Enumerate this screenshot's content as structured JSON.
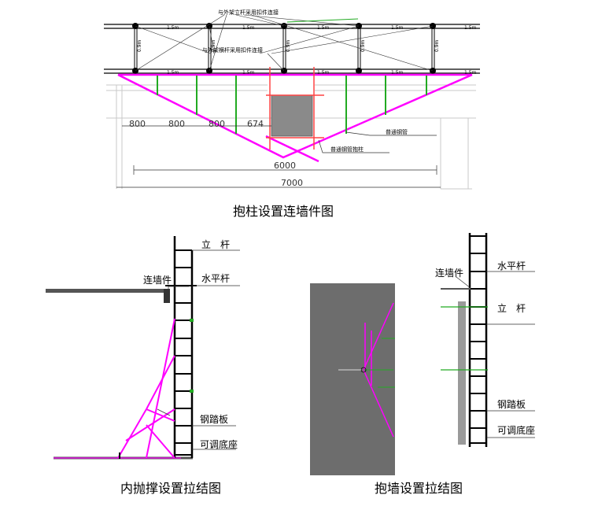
{
  "top_diagram": {
    "caption": "抱柱设置连墙件图",
    "note_vertical": "与外架立杆采用扣件连接",
    "note_horizontal": "与外架横杆采用扣件连接",
    "label_pipe": "普通钢管",
    "label_clamp": "普通钢管抱柱",
    "spacing_top": [
      "1.5m",
      "1.5m",
      "1.5m",
      "1.5m",
      "1.5m"
    ],
    "spacing_bottom": [
      "1.5m",
      "1.5m",
      "1.5m",
      "1.5m",
      "1.5m"
    ],
    "spacing_vertical": [
      "0.9m",
      "0.9m",
      "0.9m",
      "0.9m",
      "0.9m"
    ],
    "dims_bottom": [
      "800",
      "800",
      "800",
      "674"
    ],
    "dim_6000": "6000",
    "dim_7000": "7000"
  },
  "left_diagram": {
    "caption": "内抛撑设置拉结图",
    "label_upright": "立　杆",
    "label_horizontal": "水平杆",
    "label_tie": "连墙件",
    "label_board": "钢踏板",
    "label_base": "可调底座"
  },
  "right_diagram": {
    "caption": "抱墙设置拉结图",
    "label_tie": "连墙件",
    "label_horizontal": "水平杆",
    "label_upright": "立　杆",
    "label_board": "钢踏板",
    "label_base": "可调底座"
  },
  "colors": {
    "magenta": "#ff00ff",
    "green": "#22aa22",
    "red": "#ff4444",
    "wall": "#6d6d6d",
    "column": "#8a8a8a"
  }
}
